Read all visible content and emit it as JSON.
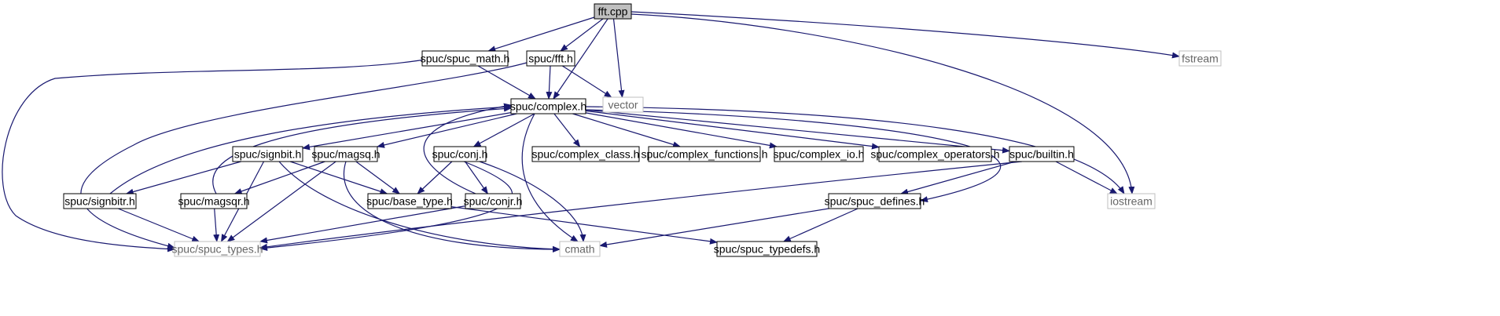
{
  "graph": {
    "colors": {
      "edge": "#191970",
      "root_fill": "#bfbfbf",
      "documented_border": "#000000",
      "external_border": "#bfbfbf",
      "external_text": "#666666",
      "text": "#000000"
    },
    "nodes": {
      "fft_cpp": {
        "label": "fft.cpp",
        "kind": "root"
      },
      "spuc_math": {
        "label": "spuc/spuc_math.h",
        "kind": "documented"
      },
      "spuc_fft": {
        "label": "spuc/fft.h",
        "kind": "documented"
      },
      "fstream": {
        "label": "fstream",
        "kind": "external"
      },
      "complex": {
        "label": "spuc/complex.h",
        "kind": "documented"
      },
      "vector": {
        "label": "vector",
        "kind": "external"
      },
      "signbit": {
        "label": "spuc/signbit.h",
        "kind": "documented"
      },
      "magsq": {
        "label": "spuc/magsq.h",
        "kind": "documented"
      },
      "conj": {
        "label": "spuc/conj.h",
        "kind": "documented"
      },
      "complex_class": {
        "label": "spuc/complex_class.h",
        "kind": "documented"
      },
      "complex_functions": {
        "label": "spuc/complex_functions.h",
        "kind": "documented"
      },
      "complex_io": {
        "label": "spuc/complex_io.h",
        "kind": "documented"
      },
      "complex_operators": {
        "label": "spuc/complex_operators.h",
        "kind": "documented"
      },
      "builtin": {
        "label": "spuc/builtin.h",
        "kind": "documented"
      },
      "signbitr": {
        "label": "spuc/signbitr.h",
        "kind": "documented"
      },
      "magsqr": {
        "label": "spuc/magsqr.h",
        "kind": "documented"
      },
      "base_type": {
        "label": "spuc/base_type.h",
        "kind": "documented"
      },
      "conjr": {
        "label": "spuc/conjr.h",
        "kind": "documented"
      },
      "spuc_defines": {
        "label": "spuc/spuc_defines.h",
        "kind": "documented"
      },
      "iostream": {
        "label": "iostream",
        "kind": "external"
      },
      "spuc_types": {
        "label": "spuc/spuc_types.h",
        "kind": "external"
      },
      "cmath": {
        "label": "cmath",
        "kind": "external"
      },
      "spuc_typedefs": {
        "label": "spuc/spuc_typedefs.h",
        "kind": "documented"
      }
    },
    "edges": [
      {
        "from": "fft_cpp",
        "to": "spuc_math"
      },
      {
        "from": "fft_cpp",
        "to": "spuc_fft"
      },
      {
        "from": "fft_cpp",
        "to": "complex"
      },
      {
        "from": "fft_cpp",
        "to": "vector"
      },
      {
        "from": "fft_cpp",
        "to": "fstream"
      },
      {
        "from": "fft_cpp",
        "to": "iostream"
      },
      {
        "from": "spuc_math",
        "to": "complex"
      },
      {
        "from": "spuc_math",
        "to": "spuc_types"
      },
      {
        "from": "spuc_fft",
        "to": "complex"
      },
      {
        "from": "spuc_fft",
        "to": "vector"
      },
      {
        "from": "spuc_fft",
        "to": "spuc_types"
      },
      {
        "from": "complex",
        "to": "signbit"
      },
      {
        "from": "complex",
        "to": "magsq"
      },
      {
        "from": "complex",
        "to": "conj"
      },
      {
        "from": "complex",
        "to": "complex_class"
      },
      {
        "from": "complex",
        "to": "complex_functions"
      },
      {
        "from": "complex",
        "to": "complex_io"
      },
      {
        "from": "complex",
        "to": "complex_operators"
      },
      {
        "from": "complex",
        "to": "builtin"
      },
      {
        "from": "complex",
        "to": "spuc_defines"
      },
      {
        "from": "complex",
        "to": "iostream"
      },
      {
        "from": "complex",
        "to": "cmath"
      },
      {
        "from": "signbit",
        "to": "signbitr"
      },
      {
        "from": "signbit",
        "to": "base_type"
      },
      {
        "from": "signbit",
        "to": "spuc_types"
      },
      {
        "from": "signbit",
        "to": "cmath"
      },
      {
        "from": "signbitr",
        "to": "complex"
      },
      {
        "from": "signbitr",
        "to": "spuc_types"
      },
      {
        "from": "magsq",
        "to": "magsqr"
      },
      {
        "from": "magsq",
        "to": "base_type"
      },
      {
        "from": "magsq",
        "to": "spuc_types"
      },
      {
        "from": "magsq",
        "to": "cmath"
      },
      {
        "from": "magsqr",
        "to": "complex"
      },
      {
        "from": "magsqr",
        "to": "spuc_types"
      },
      {
        "from": "conj",
        "to": "base_type"
      },
      {
        "from": "conj",
        "to": "conjr"
      },
      {
        "from": "conj",
        "to": "cmath"
      },
      {
        "from": "conj",
        "to": "spuc_types"
      },
      {
        "from": "conjr",
        "to": "complex"
      },
      {
        "from": "conjr",
        "to": "spuc_types"
      },
      {
        "from": "base_type",
        "to": "spuc_typedefs"
      },
      {
        "from": "builtin",
        "to": "spuc_defines"
      },
      {
        "from": "builtin",
        "to": "iostream"
      },
      {
        "from": "builtin",
        "to": "spuc_types"
      },
      {
        "from": "spuc_defines",
        "to": "spuc_typedefs"
      },
      {
        "from": "spuc_defines",
        "to": "cmath"
      }
    ]
  }
}
